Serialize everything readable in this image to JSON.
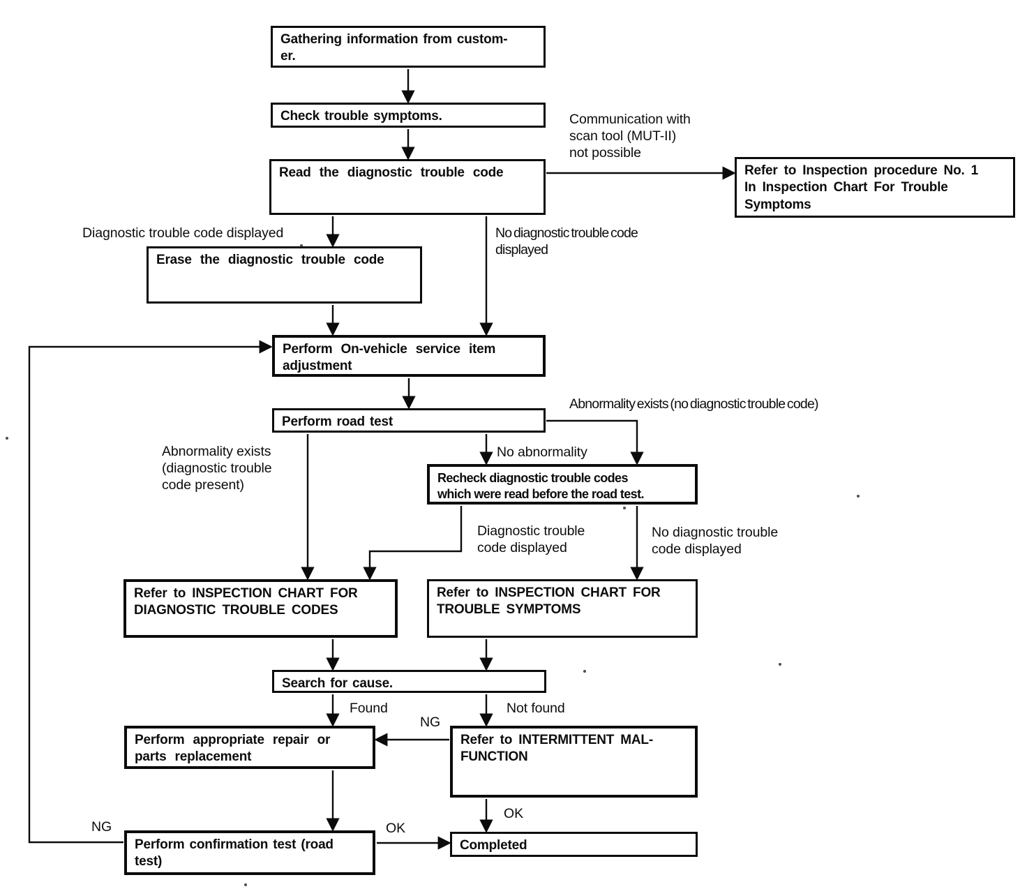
{
  "flowchart": {
    "nodes": {
      "gathering": "Gathering information from custom-\ner.",
      "check_symptoms": "Check trouble symptoms.",
      "read_code": "Read the diagnostic trouble code",
      "refer_procedure_no1": "Refer to Inspection procedure No. 1\nIn Inspection Chart For Trouble\nSymptoms",
      "erase_code": "Erase the diagnostic trouble code",
      "on_vehicle_service": "Perform On-vehicle service item\nadjustment",
      "road_test": "Perform road test",
      "recheck_codes": "Recheck diagnostic trouble codes\nwhich were read before the road test.",
      "chart_dtc": "Refer to INSPECTION CHART FOR\nDIAGNOSTIC TROUBLE CODES",
      "chart_trouble_symptoms": "Refer to INSPECTION CHART FOR\nTROUBLE SYMPTOMS",
      "search_cause": "Search for cause.",
      "repair": "Perform appropriate repair or\nparts replacement",
      "intermittent": "Refer to INTERMITTENT MAL-\nFUNCTION",
      "confirmation_test": "Perform confirmation test (road\ntest)",
      "completed": "Completed"
    },
    "labels": {
      "communication_not_possible": "Communication with\nscan tool (MUT-II)\nnot possible",
      "dtc_displayed_top": "Diagnostic trouble code displayed",
      "no_dtc_displayed_top": "No diagnostic trouble code\ndisplayed",
      "abnormality_no_dtc": "Abnormality exists (no diagnostic trouble code)",
      "no_abnormality": "No abnormality",
      "abnormality_dtc_present": "Abnormality exists\n(diagnostic trouble\ncode present)",
      "dtc_displayed_mid": "Diagnostic trouble\ncode displayed",
      "no_dtc_displayed_mid": "No diagnostic trouble\ncode displayed",
      "found": "Found",
      "not_found": "Not found",
      "ng_intermittent": "NG",
      "ok_intermittent": "OK",
      "ng_confirmation": "NG",
      "ok_confirmation": "OK"
    },
    "colors": {
      "line": "#0b0b0b",
      "background": "#ffffff"
    }
  }
}
